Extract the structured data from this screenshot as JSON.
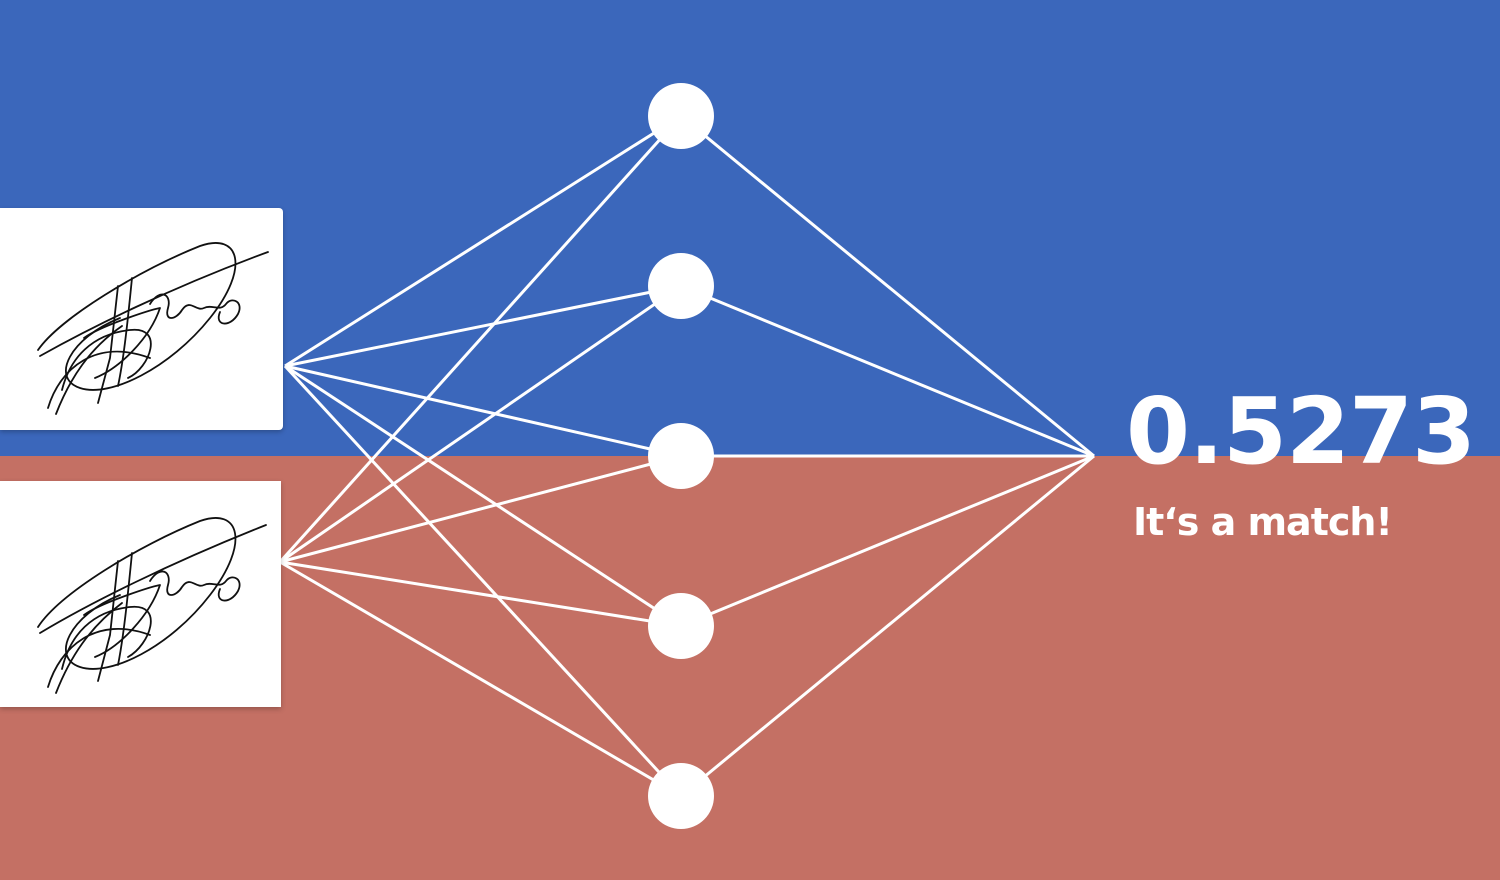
{
  "colors": {
    "top_background": "#3b67bb",
    "bottom_background": "#c47064",
    "network": "#ffffff",
    "signature_ink": "#111111"
  },
  "inputs": [
    {
      "kind": "handwritten-signature"
    },
    {
      "kind": "handwritten-signature"
    }
  ],
  "network": {
    "input_nodes": 2,
    "hidden_nodes": 5,
    "output_nodes": 1
  },
  "result": {
    "score": "0.5273",
    "verdict": "It‘s a match!"
  }
}
